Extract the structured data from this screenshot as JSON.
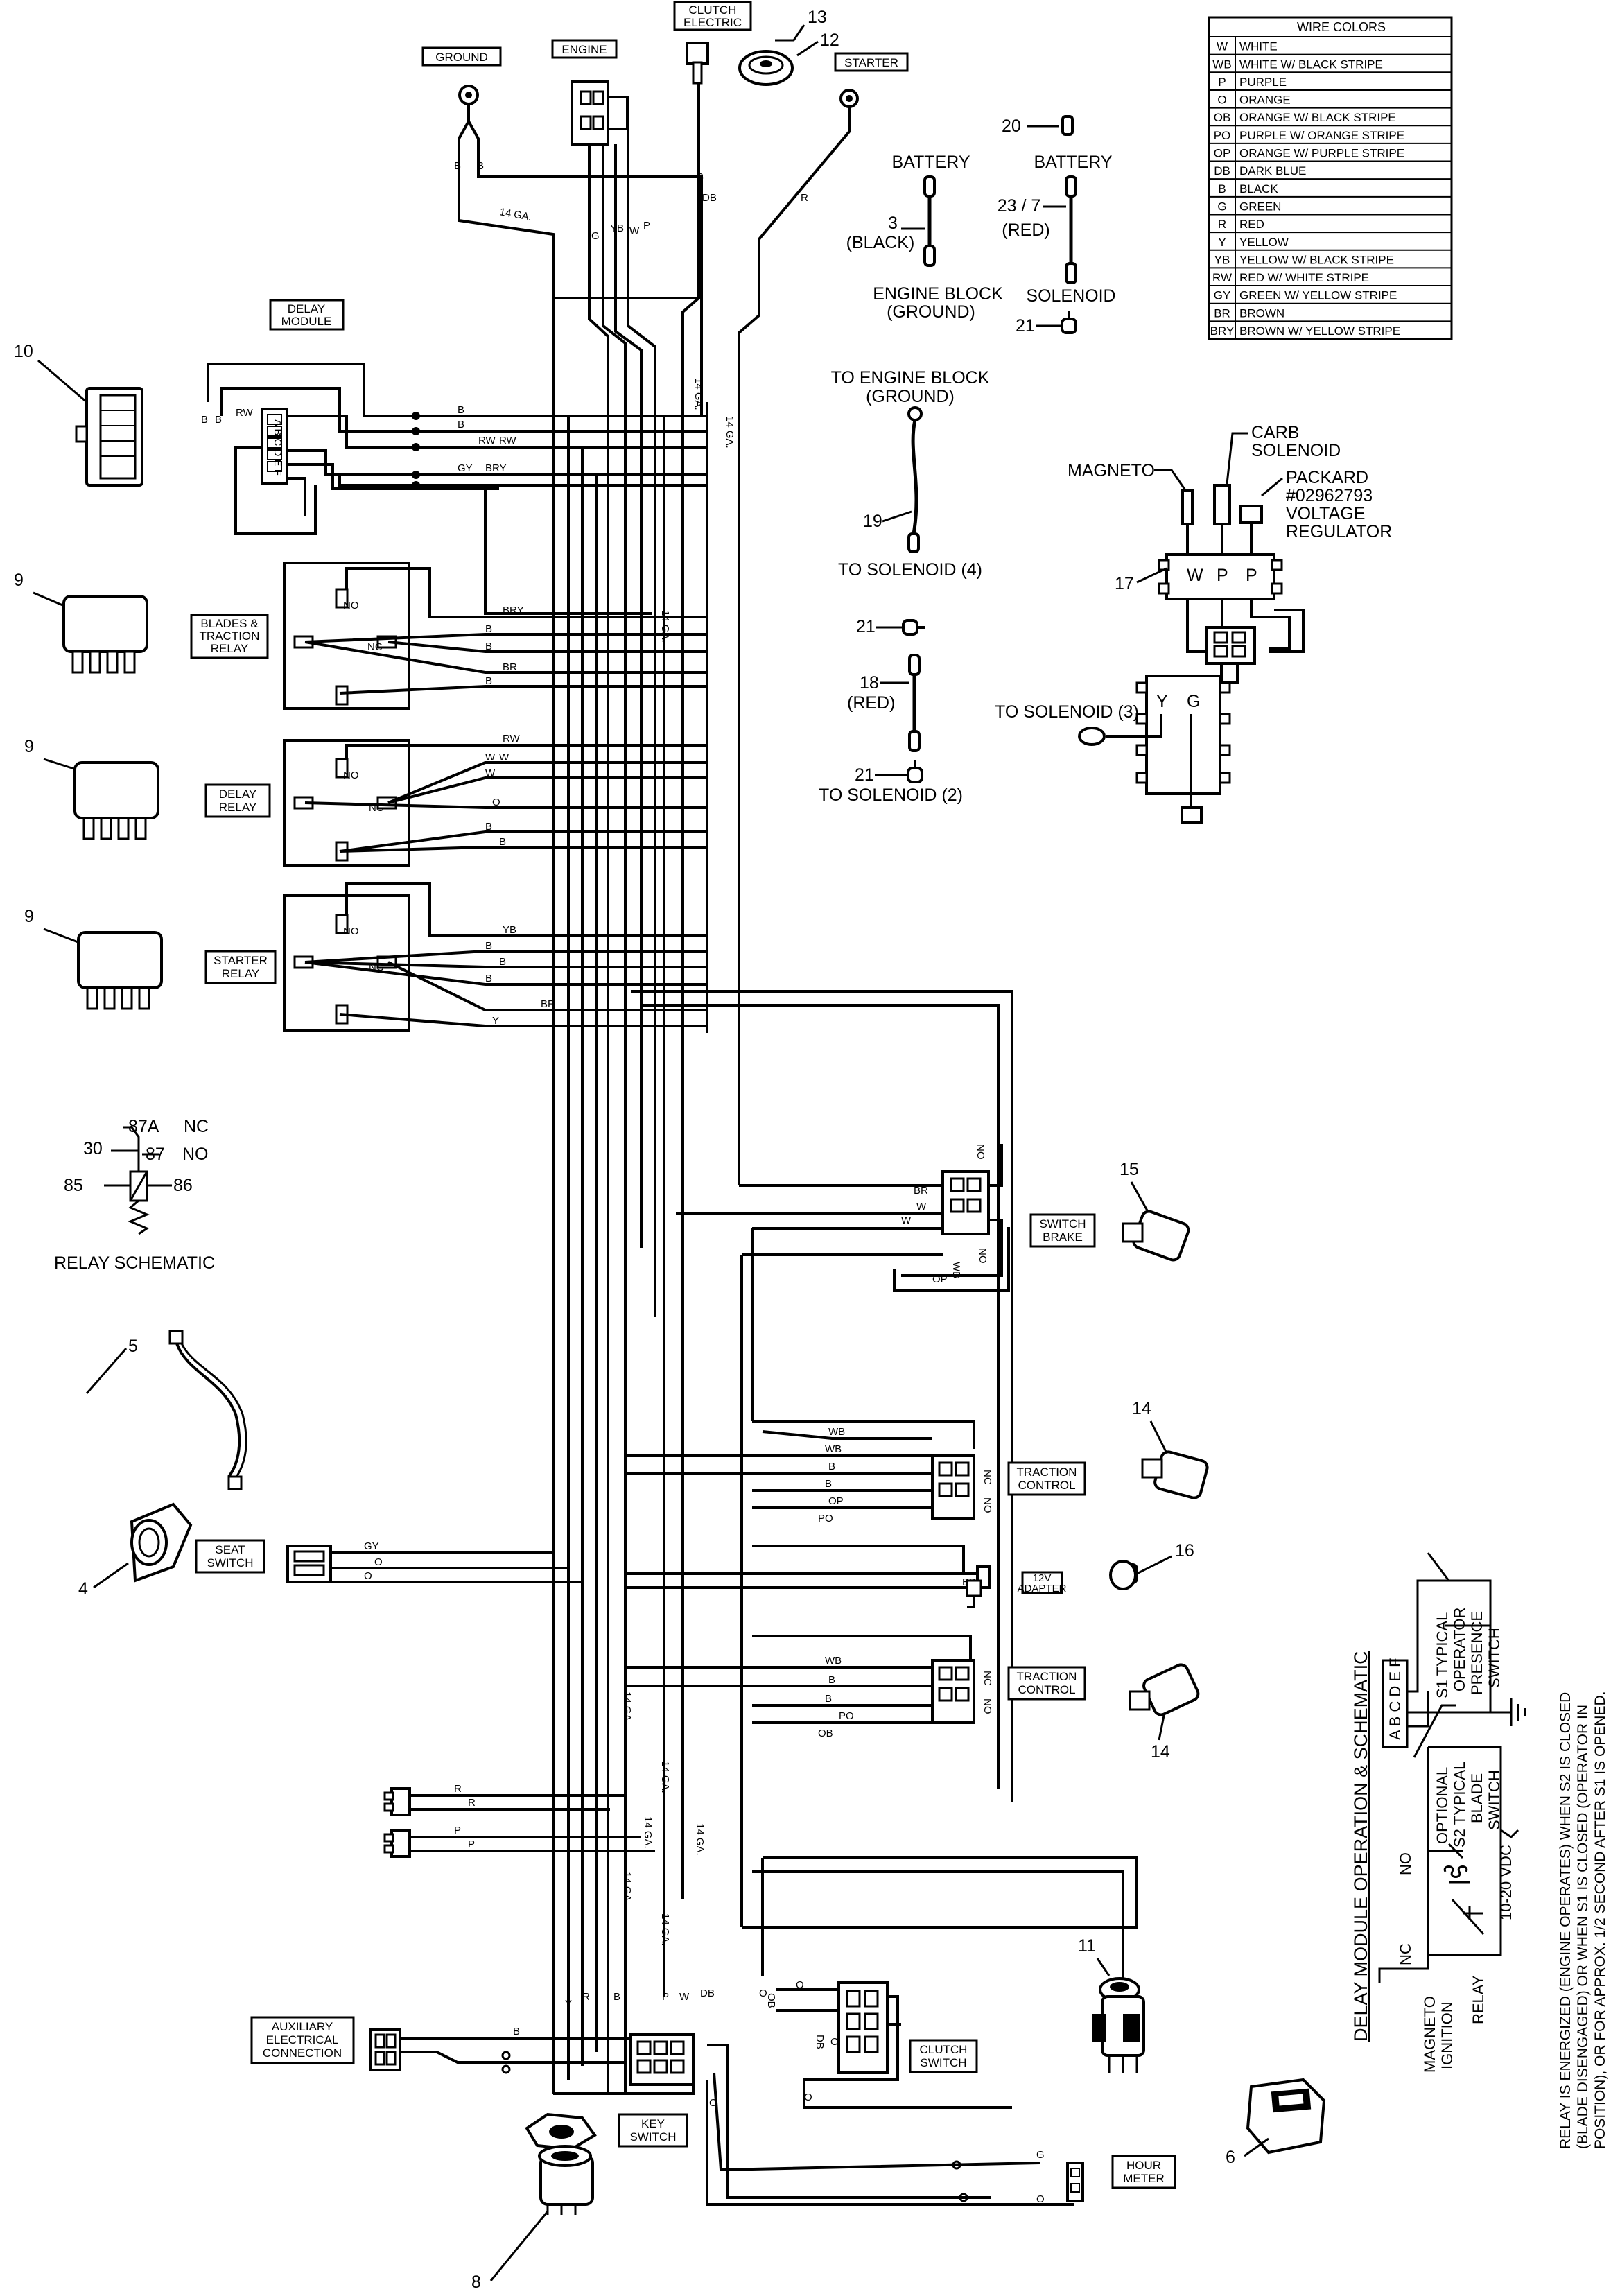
{
  "wire_colors": {
    "title": "WIRE COLORS",
    "rows": [
      {
        "code": "W",
        "name": "WHITE"
      },
      {
        "code": "WB",
        "name": "WHITE W/ BLACK STRIPE"
      },
      {
        "code": "P",
        "name": "PURPLE"
      },
      {
        "code": "O",
        "name": "ORANGE"
      },
      {
        "code": "OB",
        "name": "ORANGE W/ BLACK STRIPE"
      },
      {
        "code": "PO",
        "name": "PURPLE W/ ORANGE STRIPE"
      },
      {
        "code": "OP",
        "name": "ORANGE W/ PURPLE STRIPE"
      },
      {
        "code": "DB",
        "name": "DARK BLUE"
      },
      {
        "code": "B",
        "name": "BLACK"
      },
      {
        "code": "G",
        "name": "GREEN"
      },
      {
        "code": "R",
        "name": "RED"
      },
      {
        "code": "Y",
        "name": "YELLOW"
      },
      {
        "code": "YB",
        "name": "YELLOW W/ BLACK STRIPE"
      },
      {
        "code": "RW",
        "name": "RED W/ WHITE STRIPE"
      },
      {
        "code": "GY",
        "name": "GREEN W/ YELLOW STRIPE"
      },
      {
        "code": "BR",
        "name": "BROWN"
      },
      {
        "code": "BRY",
        "name": "BROWN W/ YELLOW STRIPE"
      }
    ]
  },
  "labels": {
    "ground": "GROUND",
    "engine": "ENGINE",
    "clutch_electric": [
      "CLUTCH",
      "ELECTRIC"
    ],
    "starter": "STARTER",
    "delay_module": [
      "DELAY",
      "MODULE"
    ],
    "blades_traction_relay": [
      "BLADES &",
      "TRACTION",
      "RELAY"
    ],
    "delay_relay": [
      "DELAY",
      "RELAY"
    ],
    "starter_relay": [
      "STARTER",
      "RELAY"
    ],
    "switch_brake": [
      "SWITCH",
      "BRAKE"
    ],
    "traction_control_1": [
      "TRACTION",
      "CONTROL"
    ],
    "traction_control_2": [
      "TRACTION",
      "CONTROL"
    ],
    "seat_switch": [
      "SEAT",
      "SWITCH"
    ],
    "adapter_12v": [
      "12V",
      "ADAPTER"
    ],
    "auxiliary": [
      "AUXILIARY",
      "ELECTRICAL",
      "CONNECTION"
    ],
    "clutch_switch": [
      "CLUTCH",
      "SWITCH"
    ],
    "key_switch": [
      "KEY",
      "SWITCH"
    ],
    "hour_meter": [
      "HOUR",
      "METER"
    ]
  },
  "battery_cables": {
    "battery_a": "BATTERY",
    "cable3": [
      "3",
      "(BLACK)"
    ],
    "engine_block_ground": [
      "ENGINE BLOCK",
      "(GROUND)"
    ],
    "battery_b": "BATTERY",
    "cable23": [
      "23 / 7",
      "(RED)"
    ],
    "solenoid": "SOLENOID",
    "to_engine_block": [
      "TO ENGINE BLOCK",
      "(GROUND)"
    ],
    "cable19": "19",
    "to_solenoid_4": "TO SOLENOID (4)",
    "cable18": [
      "18",
      "(RED)"
    ],
    "to_solenoid_2": "TO SOLENOID (2)"
  },
  "regulator": {
    "magneto": "MAGNETO",
    "carb_solenoid": [
      "CARB",
      "SOLENOID"
    ],
    "packard": [
      "PACKARD",
      "#02962793",
      "VOLTAGE",
      "REGULATOR"
    ],
    "to_solenoid_3": "TO SOLENOID (3)",
    "pins": [
      "W",
      "P",
      "P",
      "Y",
      "G"
    ]
  },
  "relay_schematic": {
    "title": "RELAY SCHEMATIC",
    "pins": [
      "30",
      "87A",
      "NC",
      "87",
      "NO",
      "85",
      "86"
    ]
  },
  "delay_module_schematic": {
    "title": "DELAY MODULE OPERATION & SCHEMATIC",
    "pins": "A B C D E F",
    "s1": [
      "S1 TYPICAL",
      "OPERATOR",
      "PRESENCE",
      "SWITCH"
    ],
    "s2": [
      "OPTIONAL",
      "S2 TYPICAL",
      "BLADE",
      "SWITCH"
    ],
    "vdc": "10-20 VDC",
    "no": "NO",
    "nc": "NC",
    "magneto_ignition": [
      "MAGNETO",
      "IGNITION"
    ],
    "relay": "RELAY",
    "description": [
      "RELAY IS ENERGIZED (ENGINE OPERATES) WHEN S2 IS CLOSED",
      "(BLADE DISENGAGED) OR WHEN S1 IS CLOSED (OPERATOR IN",
      "POSITION), OR FOR APPROX. 1/2 SECOND AFTER S1 IS OPENED."
    ]
  },
  "gauge": "14 GA.",
  "callouts": {
    "n4": "4",
    "n5": "5",
    "n6": "6",
    "n8": "8",
    "n9a": "9",
    "n9b": "9",
    "n9c": "9",
    "n10": "10",
    "n11": "11",
    "n12": "12",
    "n13": "13",
    "n14a": "14",
    "n14b": "14",
    "n15": "15",
    "n16": "16",
    "n17": "17",
    "n20": "20",
    "n21a": "21",
    "n21b": "21",
    "n21c": "21"
  }
}
